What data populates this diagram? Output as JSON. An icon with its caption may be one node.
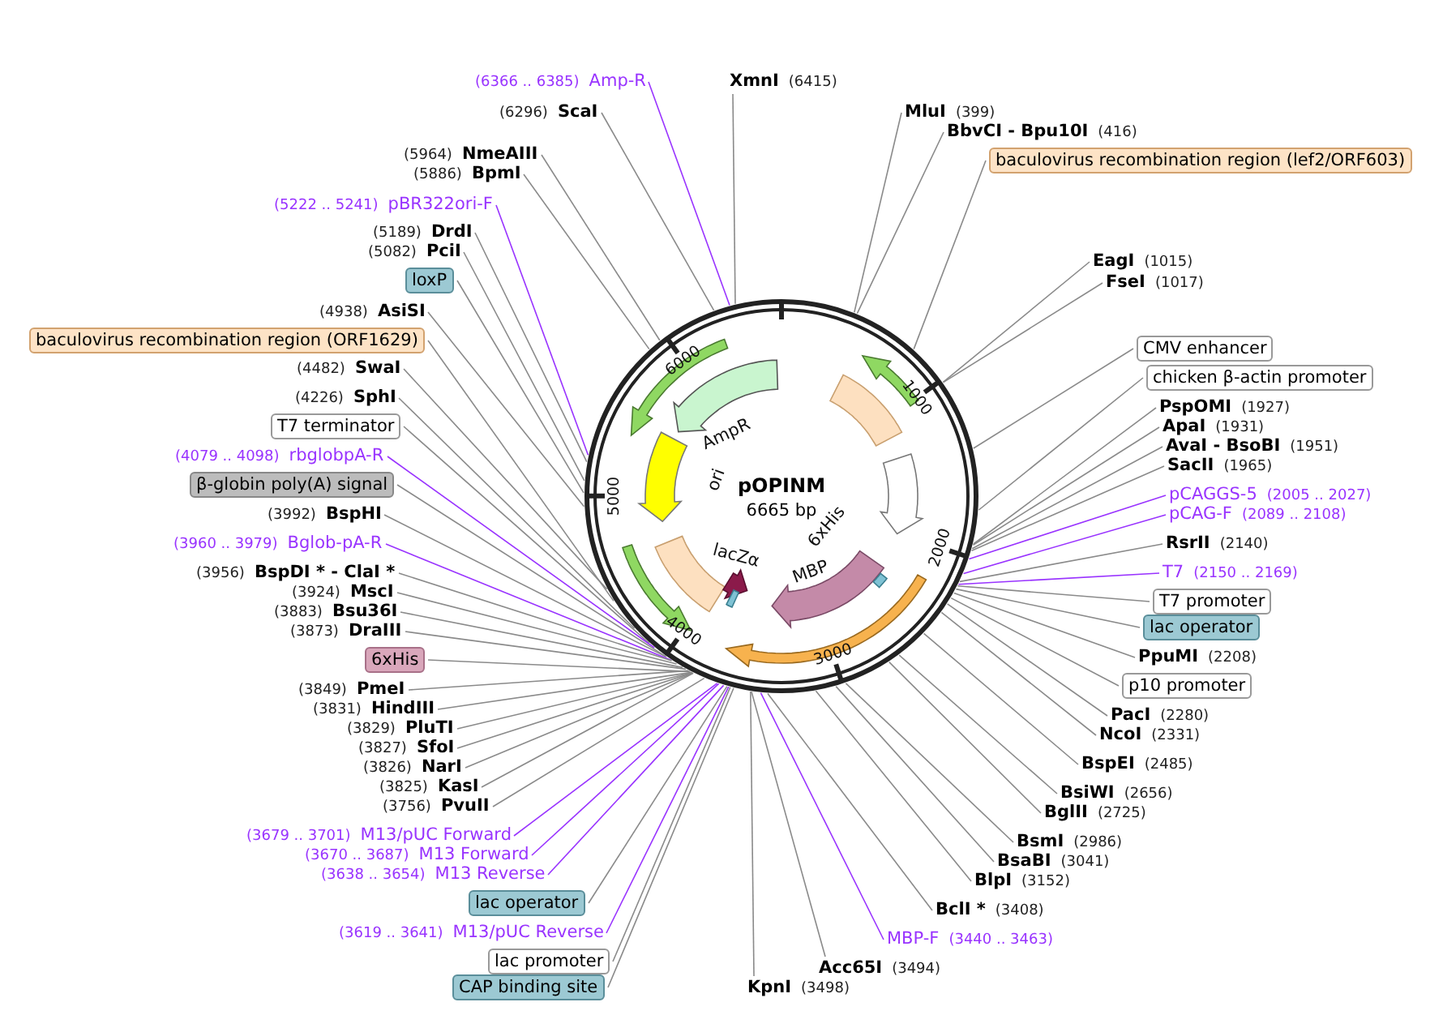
{
  "diagram": {
    "nodes": [
      {
        "text": [
          "XmnI",
          "(6415)"
        ]
      },
      {
        "text": [
          "MluI",
          "(399)"
        ]
      },
      {
        "text": [
          "BbvCI - Bpu10I",
          "(416)"
        ]
      },
      {
        "text": [
          "baculovirus recombination region (lef2/ORF603)"
        ]
      },
      {
        "text": [
          "EagI",
          "(1015)"
        ]
      },
      {
        "text": [
          "FseI",
          "(1017)"
        ]
      },
      {
        "text": [
          "CMV enhancer"
        ]
      },
      {
        "text": [
          "chicken β-actin promoter"
        ]
      },
      {
        "text": [
          "PspOMI",
          "(1927)"
        ]
      },
      {
        "text": [
          "ApaI",
          "(1931)"
        ]
      },
      {
        "text": [
          "AvaI - BsoBI",
          "(1951)"
        ]
      },
      {
        "text": [
          "SacII",
          "(1965)"
        ]
      },
      {
        "text": [
          "pCAGGS-5",
          "(2005 .. 2027)"
        ]
      },
      {
        "text": [
          "pCAG-F",
          "(2089 .. 2108)"
        ]
      },
      {
        "text": [
          "RsrII",
          "(2140)"
        ]
      },
      {
        "text": [
          "T7",
          "(2150 .. 2169)"
        ]
      },
      {
        "text": [
          "T7 promoter"
        ]
      },
      {
        "text": [
          "lac operator"
        ]
      },
      {
        "text": [
          "PpuMI",
          "(2208)"
        ]
      },
      {
        "text": [
          "p10 promoter"
        ]
      },
      {
        "text": [
          "PacI",
          "(2280)"
        ]
      },
      {
        "text": [
          "NcoI",
          "(2331)"
        ]
      },
      {
        "text": [
          "BspEI",
          "(2485)"
        ]
      },
      {
        "text": [
          "BsiWI",
          "(2656)"
        ]
      },
      {
        "text": [
          "BglII",
          "(2725)"
        ]
      },
      {
        "text": [
          "BsmI",
          "(2986)"
        ]
      },
      {
        "text": [
          "BsaBI",
          "(3041)"
        ]
      },
      {
        "text": [
          "BlpI",
          "(3152)"
        ]
      },
      {
        "text": [
          "BclI *",
          "(3408)"
        ]
      },
      {
        "text": [
          "MBP-F",
          "(3440 .. 3463)"
        ]
      },
      {
        "text": [
          "Acc65I",
          "(3494)"
        ]
      },
      {
        "text": [
          "KpnI",
          "(3498)"
        ]
      },
      {
        "text": [
          "(6366 .. 6385)",
          "Amp-R"
        ]
      },
      {
        "text": [
          "(6296)",
          "ScaI"
        ]
      },
      {
        "text": [
          "(5964)",
          "NmeAIII"
        ]
      },
      {
        "text": [
          "(5886)",
          "BpmI"
        ]
      },
      {
        "text": [
          "(5222 .. 5241)",
          "pBR322ori-F"
        ]
      },
      {
        "text": [
          "(5189)",
          "DrdI"
        ]
      },
      {
        "text": [
          "(5082)",
          "PciI"
        ]
      },
      {
        "text": [
          "loxP"
        ]
      },
      {
        "text": [
          "(4938)",
          "AsiSI"
        ]
      },
      {
        "text": [
          "baculovirus recombination region (ORF1629)"
        ]
      },
      {
        "text": [
          "(4482)",
          "SwaI"
        ]
      },
      {
        "text": [
          "(4226)",
          "SphI"
        ]
      },
      {
        "text": [
          "T7 terminator"
        ]
      },
      {
        "text": [
          "(4079 .. 4098)",
          "rbglobpA-R"
        ]
      },
      {
        "text": [
          "β-globin poly(A) signal"
        ]
      },
      {
        "text": [
          "(3992)",
          "BspHI"
        ]
      },
      {
        "text": [
          "(3960 .. 3979)",
          "Bglob-pA-R"
        ]
      },
      {
        "text": [
          "(3956)",
          "BspDI * - ClaI *"
        ]
      },
      {
        "text": [
          "(3924)",
          "MscI"
        ]
      },
      {
        "text": [
          "(3883)",
          "Bsu36I"
        ]
      },
      {
        "text": [
          "(3873)",
          "DraIII"
        ]
      },
      {
        "text": [
          "6xHis"
        ]
      },
      {
        "text": [
          "(3849)",
          "PmeI"
        ]
      },
      {
        "text": [
          "(3831)",
          "HindIII"
        ]
      },
      {
        "text": [
          "(3829)",
          "PluTI"
        ]
      },
      {
        "text": [
          "(3827)",
          "SfoI"
        ]
      },
      {
        "text": [
          "(3826)",
          "NarI"
        ]
      },
      {
        "text": [
          "(3825)",
          "KasI"
        ]
      },
      {
        "text": [
          "(3756)",
          "PvuII"
        ]
      },
      {
        "text": [
          "(3679 .. 3701)",
          "M13/pUC Forward"
        ]
      },
      {
        "text": [
          "(3670 .. 3687)",
          "M13 Forward"
        ]
      },
      {
        "text": [
          "(3638 .. 3654)",
          "M13 Reverse"
        ]
      },
      {
        "text": [
          "lac operator"
        ]
      },
      {
        "text": [
          "(3619 .. 3641)",
          "M13/pUC Reverse"
        ]
      },
      {
        "text": [
          "lac promoter"
        ]
      },
      {
        "text": [
          "CAP binding site"
        ]
      },
      {
        "text": [
          "pOPINM",
          "6665 bp"
        ]
      }
    ],
    "edges": [
      {
        "from": 0,
        "to": 68,
        "arrow": "none"
      },
      {
        "from": 1,
        "to": 68,
        "arrow": "none"
      },
      {
        "from": 2,
        "to": 68,
        "arrow": "none"
      },
      {
        "from": 3,
        "to": 68,
        "arrow": "none"
      },
      {
        "from": 4,
        "to": 68,
        "arrow": "none"
      },
      {
        "from": 5,
        "to": 68,
        "arrow": "none"
      },
      {
        "from": 6,
        "to": 68,
        "arrow": "none"
      },
      {
        "from": 7,
        "to": 68,
        "arrow": "none"
      },
      {
        "from": 8,
        "to": 68,
        "arrow": "none"
      },
      {
        "from": 9,
        "to": 68,
        "arrow": "none"
      },
      {
        "from": 10,
        "to": 68,
        "arrow": "none"
      },
      {
        "from": 11,
        "to": 68,
        "arrow": "none"
      },
      {
        "from": 12,
        "to": 68,
        "arrow": "none",
        "color": "#9933ff"
      },
      {
        "from": 13,
        "to": 68,
        "arrow": "none",
        "color": "#9933ff"
      },
      {
        "from": 14,
        "to": 68,
        "arrow": "none"
      },
      {
        "from": 15,
        "to": 68,
        "arrow": "none",
        "color": "#9933ff"
      },
      {
        "from": 16,
        "to": 68,
        "arrow": "none"
      },
      {
        "from": 17,
        "to": 68,
        "arrow": "none"
      },
      {
        "from": 18,
        "to": 68,
        "arrow": "none"
      },
      {
        "from": 19,
        "to": 68,
        "arrow": "none"
      },
      {
        "from": 20,
        "to": 68,
        "arrow": "none"
      },
      {
        "from": 21,
        "to": 68,
        "arrow": "none"
      },
      {
        "from": 22,
        "to": 68,
        "arrow": "none"
      },
      {
        "from": 23,
        "to": 68,
        "arrow": "none"
      },
      {
        "from": 24,
        "to": 68,
        "arrow": "none"
      },
      {
        "from": 25,
        "to": 68,
        "arrow": "none"
      },
      {
        "from": 26,
        "to": 68,
        "arrow": "none"
      },
      {
        "from": 27,
        "to": 68,
        "arrow": "none"
      },
      {
        "from": 28,
        "to": 68,
        "arrow": "none"
      },
      {
        "from": 29,
        "to": 68,
        "arrow": "none",
        "color": "#9933ff"
      },
      {
        "from": 30,
        "to": 68,
        "arrow": "none"
      },
      {
        "from": 31,
        "to": 68,
        "arrow": "none"
      },
      {
        "from": 32,
        "to": 68,
        "arrow": "none",
        "color": "#9933ff"
      },
      {
        "from": 33,
        "to": 68,
        "arrow": "none"
      },
      {
        "from": 34,
        "to": 68,
        "arrow": "none"
      },
      {
        "from": 35,
        "to": 68,
        "arrow": "none"
      },
      {
        "from": 36,
        "to": 68,
        "arrow": "none",
        "color": "#9933ff"
      },
      {
        "from": 37,
        "to": 68,
        "arrow": "none"
      },
      {
        "from": 38,
        "to": 68,
        "arrow": "none"
      },
      {
        "from": 39,
        "to": 68,
        "arrow": "none"
      },
      {
        "from": 40,
        "to": 68,
        "arrow": "none"
      },
      {
        "from": 41,
        "to": 68,
        "arrow": "none"
      },
      {
        "from": 42,
        "to": 68,
        "arrow": "none"
      },
      {
        "from": 43,
        "to": 68,
        "arrow": "none"
      },
      {
        "from": 44,
        "to": 68,
        "arrow": "none"
      },
      {
        "from": 45,
        "to": 68,
        "arrow": "none",
        "color": "#9933ff"
      },
      {
        "from": 46,
        "to": 68,
        "arrow": "none"
      },
      {
        "from": 47,
        "to": 68,
        "arrow": "none"
      },
      {
        "from": 48,
        "to": 68,
        "arrow": "none",
        "color": "#9933ff"
      },
      {
        "from": 49,
        "to": 68,
        "arrow": "none"
      },
      {
        "from": 50,
        "to": 68,
        "arrow": "none"
      },
      {
        "from": 51,
        "to": 68,
        "arrow": "none"
      },
      {
        "from": 52,
        "to": 68,
        "arrow": "none"
      },
      {
        "from": 53,
        "to": 68,
        "arrow": "none"
      },
      {
        "from": 54,
        "to": 68,
        "arrow": "none"
      },
      {
        "from": 55,
        "to": 68,
        "arrow": "none"
      },
      {
        "from": 56,
        "to": 68,
        "arrow": "none"
      },
      {
        "from": 57,
        "to": 68,
        "arrow": "none"
      },
      {
        "from": 58,
        "to": 68,
        "arrow": "none"
      },
      {
        "from": 59,
        "to": 68,
        "arrow": "none"
      },
      {
        "from": 60,
        "to": 68,
        "arrow": "none"
      },
      {
        "from": 61,
        "to": 68,
        "arrow": "none",
        "color": "#9933ff"
      },
      {
        "from": 62,
        "to": 68,
        "arrow": "none",
        "color": "#9933ff"
      },
      {
        "from": 63,
        "to": 68,
        "arrow": "none",
        "color": "#9933ff"
      },
      {
        "from": 64,
        "to": 68,
        "arrow": "none"
      },
      {
        "from": 65,
        "to": 68,
        "arrow": "none",
        "color": "#9933ff"
      },
      {
        "from": 66,
        "to": 68,
        "arrow": "none"
      },
      {
        "from": 67,
        "to": 68,
        "arrow": "none"
      }
    ],
    "labels": [
      "1000",
      "2000",
      "3000",
      "4000",
      "5000",
      "6000",
      "AmpR",
      "ori",
      "6xHis",
      "MBP",
      "lacZα"
    ]
  }
}
